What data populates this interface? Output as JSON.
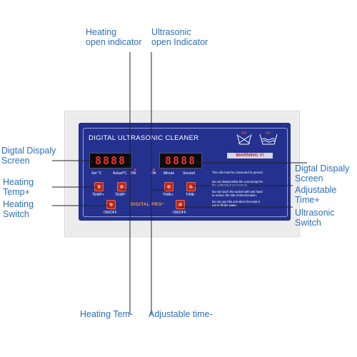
{
  "panel": {
    "title": "DIGITAL ULTRASONIC CLEANER",
    "heating_display": "8888",
    "ultrasonic_display": "8888",
    "labels": {
      "set": "Set  °C",
      "actual": "Actual°C",
      "on_left": "ON",
      "on_right": "ON",
      "minute": "Minute",
      "second": "Second",
      "temp_plus": "TEMP+",
      "temp_minus": "TEMP-",
      "time_plus": "TIME+",
      "time_minus": "TIME-",
      "onoff_left": "ON/OFF",
      "onoff_right": "ON/OFF"
    },
    "brand": "DIGITAL PRO⁺",
    "warning": "WARNING !!!",
    "notes": [
      "The unit must be connected to ground.",
      "Do not disassemble the unit except for",
      "the authorized serviceman.",
      "Do not touch the socket with wet hand",
      "to reduce the risk of electrocution.",
      "Do not use this unit when the tank is",
      "not to fill the water."
    ],
    "symbol_labels": {
      "no": "NO",
      "ok": "OK"
    }
  },
  "callouts": {
    "heating_open_indicator": [
      "Heating",
      "open indicator"
    ],
    "ultrasonic_open_indicator": [
      "Ultrasonic",
      "open Indicator"
    ],
    "digital_display_left": [
      "Digtal Dispaly",
      "Screen"
    ],
    "heating_temp_plus": [
      "Heating",
      "Temp+"
    ],
    "heating_switch": [
      "Heating",
      "Switch"
    ],
    "digital_display_right": [
      "Digtal Dispaly",
      "Screen"
    ],
    "adjustable_time_plus": [
      "Adjustable",
      "Time+"
    ],
    "ultrasonic_switch": [
      "Ultrasonic",
      "Switch"
    ],
    "heating_temp_minus": "Heating Tem-",
    "adjustable_time_minus": "Adjustable time-"
  },
  "colors": {
    "panel_blue": "#24318f",
    "display_red": "#ff2a2a",
    "button_red": "#b62a1d",
    "callout_blue": "#2f6fb3"
  }
}
